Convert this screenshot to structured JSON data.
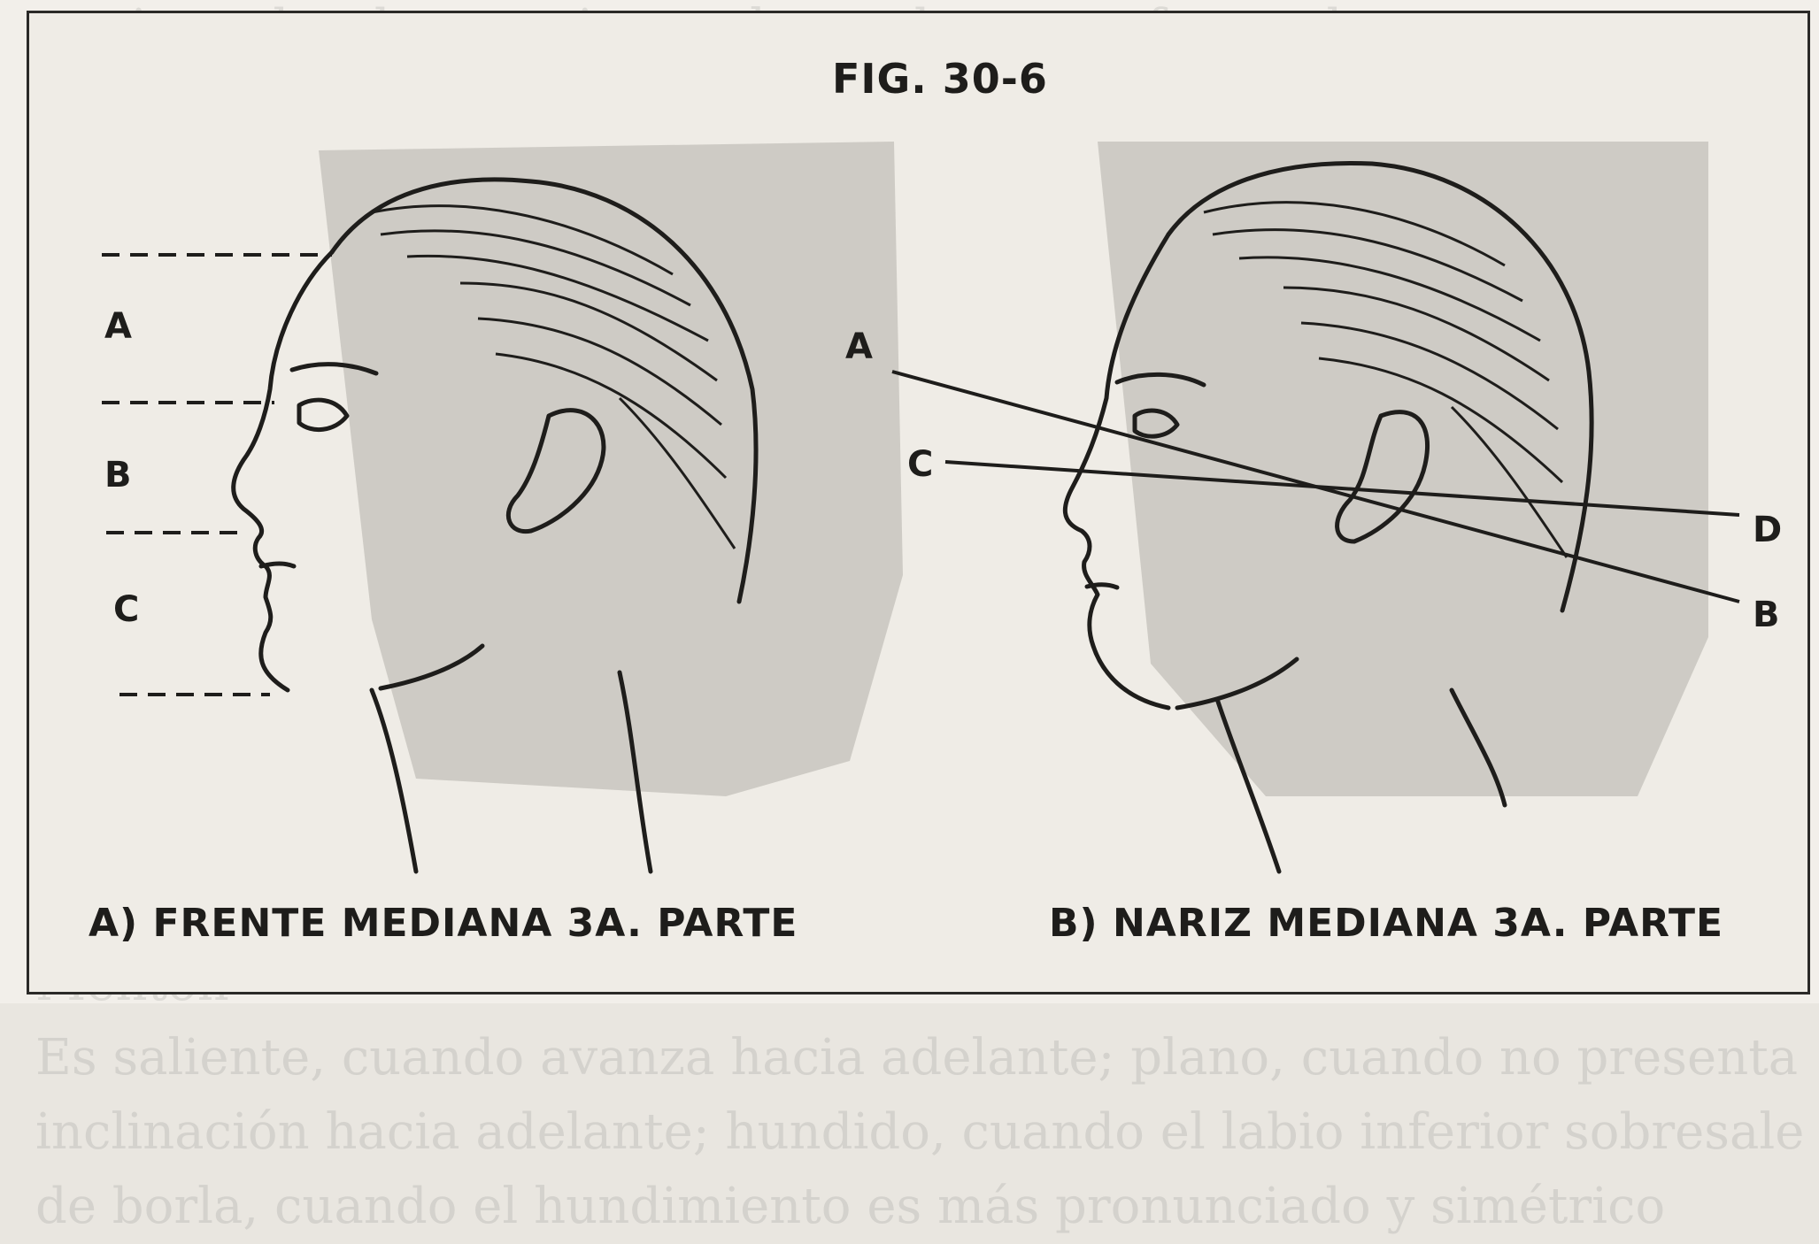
{
  "figure": {
    "title": "FIG. 30-6"
  },
  "panel_a": {
    "caption": "A) FRENTE MEDIANA 3A. PARTE",
    "labels": [
      "A",
      "B",
      "C"
    ]
  },
  "panel_b": {
    "caption": "B) NARIZ MEDIANA 3A. PARTE",
    "labels": [
      "A",
      "C",
      "D",
      "B"
    ]
  },
  "colors": {
    "ink": "#1e1d1b",
    "paper": "#efece6",
    "shade": "#9d9a95"
  }
}
